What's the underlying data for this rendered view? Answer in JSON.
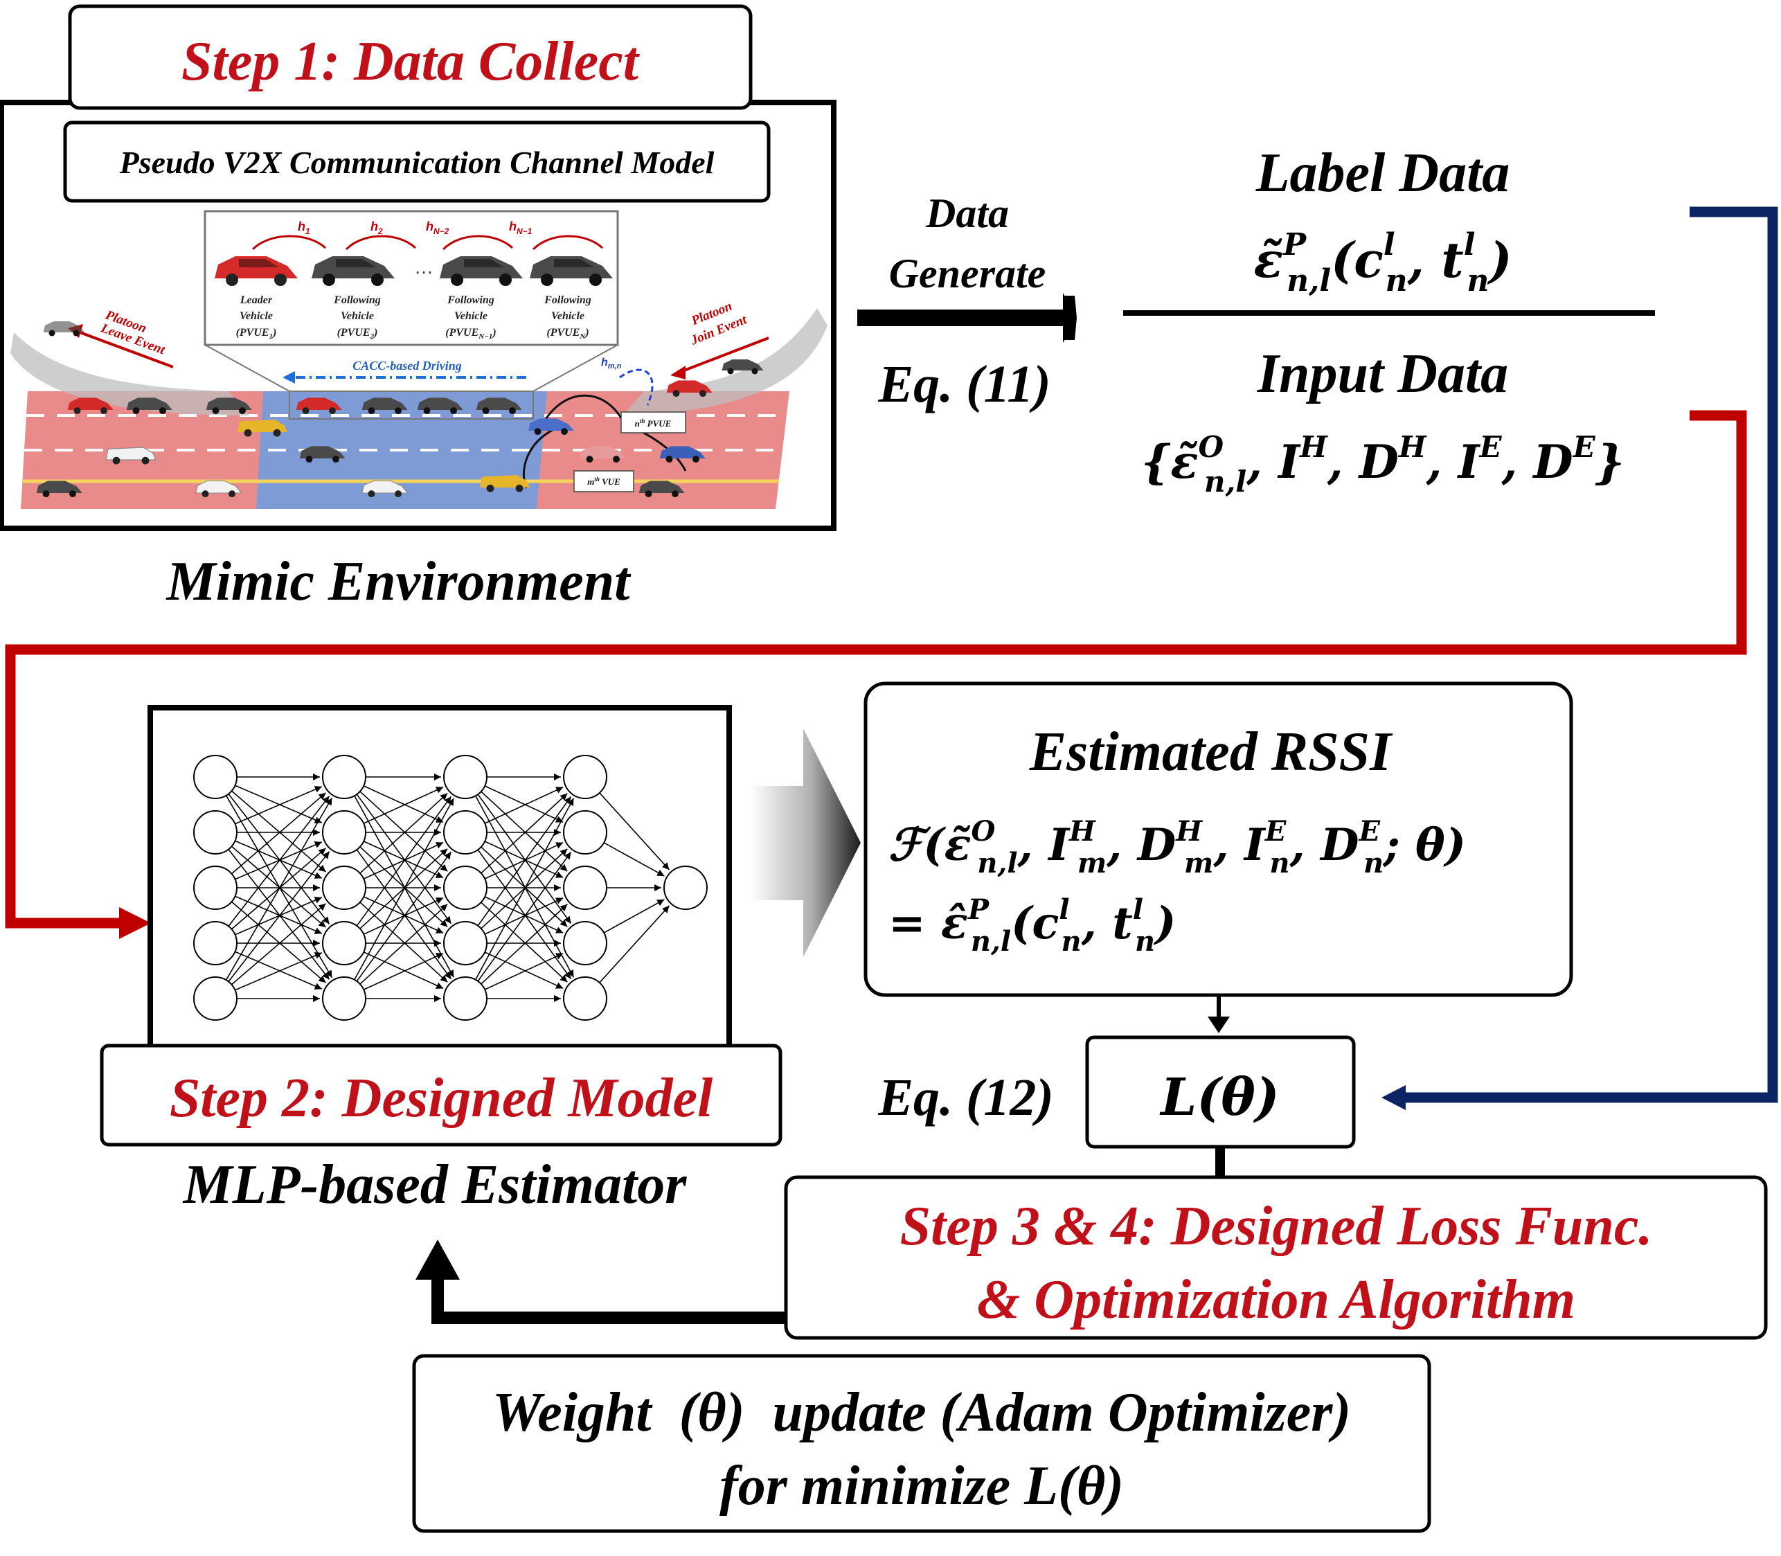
{
  "colors": {
    "step_red": "#c0101a",
    "line_red": "#c00000",
    "line_navy": "#0c2464",
    "black": "#000000",
    "road_red": "#e98b8b",
    "road_blue": "#7f9bd6",
    "car_red": "#d42a2a",
    "car_dark": "#4a4a4a",
    "car_yellow": "#e6b52a",
    "car_white": "#f2f2f2"
  },
  "step1": {
    "title": "Step 1: Data Collect",
    "model_title": "Pseudo V2X Communication Channel Model",
    "caption": "Mimic Environment",
    "channel_labels": [
      "h",
      "h",
      "h",
      "h"
    ],
    "channel_subs": [
      "1",
      "2",
      "N−2",
      "N−1"
    ],
    "dots": "…",
    "vehicles": [
      {
        "line1": "Leader",
        "line2": "Vehicle",
        "pvue": "PVUE",
        "sub": "1"
      },
      {
        "line1": "Following",
        "line2": "Vehicle",
        "pvue": "PVUE",
        "sub": "2"
      },
      {
        "line1": "Following",
        "line2": "Vehicle",
        "pvue": "PVUE",
        "sub": "N−1"
      },
      {
        "line1": "Following",
        "line2": "Vehicle",
        "pvue": "PVUE",
        "sub": "N"
      }
    ],
    "leave_event": [
      "Platoon",
      "Leave Event"
    ],
    "join_event": [
      "Platoon",
      "Join Event"
    ],
    "cacc_label": "CACC-based Driving",
    "hmn": {
      "base": "h",
      "sub": "m,n"
    },
    "nth_pvue": {
      "n": "n",
      "sup": "th",
      "rest": " PVUE"
    },
    "mth_vue": {
      "m": "m",
      "sup": "th",
      "rest": " VUE"
    }
  },
  "data_generate": {
    "line1": "Data",
    "line2": "Generate",
    "eq": "Eq. (11)"
  },
  "label_data": {
    "title": "Label Data",
    "formula": {
      "sym": "ε̃",
      "sup": "P",
      "sub": "n,l",
      "open": "(",
      "c": "c",
      "c_sup": "l",
      "c_sub": "n",
      "sep": ", ",
      "t": "t",
      "t_sup": "l",
      "t_sub": "n",
      "close": ")"
    }
  },
  "input_data": {
    "title": "Input Data",
    "formula": {
      "open": "{",
      "sym": "ε̃",
      "sup": "O",
      "sub": "n,l",
      "items": [
        {
          "b": "I",
          "s": "H"
        },
        {
          "b": "D",
          "s": "H"
        },
        {
          "b": "I",
          "s": "E"
        },
        {
          "b": "D",
          "s": "E"
        }
      ],
      "sep": ", ",
      "close": "}"
    }
  },
  "estimated": {
    "title": "Estimated RSSI",
    "line1": {
      "F": "ℱ",
      "open": "(",
      "sym": "ε̃",
      "sup": "O",
      "sub": "n,l",
      "items": [
        {
          "b": "I",
          "sup": "H",
          "sub": "m"
        },
        {
          "b": "D",
          "sup": "H",
          "sub": "m"
        },
        {
          "b": "I",
          "sup": "E",
          "sub": "n"
        },
        {
          "b": "D",
          "sup": "E",
          "sub": "n"
        }
      ],
      "sep": ", ",
      "semi": "; ",
      "theta": "θ",
      "close": ")"
    },
    "line2": {
      "eq": "= ",
      "sym": "ε̂",
      "sup": "P",
      "sub": "n,l",
      "open": "(",
      "c": "c",
      "c_sup": "l",
      "c_sub": "n",
      "sep": ", ",
      "t": "t",
      "t_sup": "l",
      "t_sub": "n",
      "close": ")"
    }
  },
  "step2": {
    "title": "Step 2: Designed Model",
    "caption": "MLP-based Estimator",
    "mlp_layers": [
      5,
      5,
      5,
      5,
      1
    ]
  },
  "loss": {
    "eq": "Eq. (12)",
    "label": "L(θ)"
  },
  "step34": {
    "line1": "Step 3 & 4: Designed Loss Func.",
    "line2": "& Optimization Algorithm"
  },
  "weight": {
    "line1": "Weight  (θ)  update (Adam Optimizer)",
    "line2": "for minimize L(θ)"
  }
}
